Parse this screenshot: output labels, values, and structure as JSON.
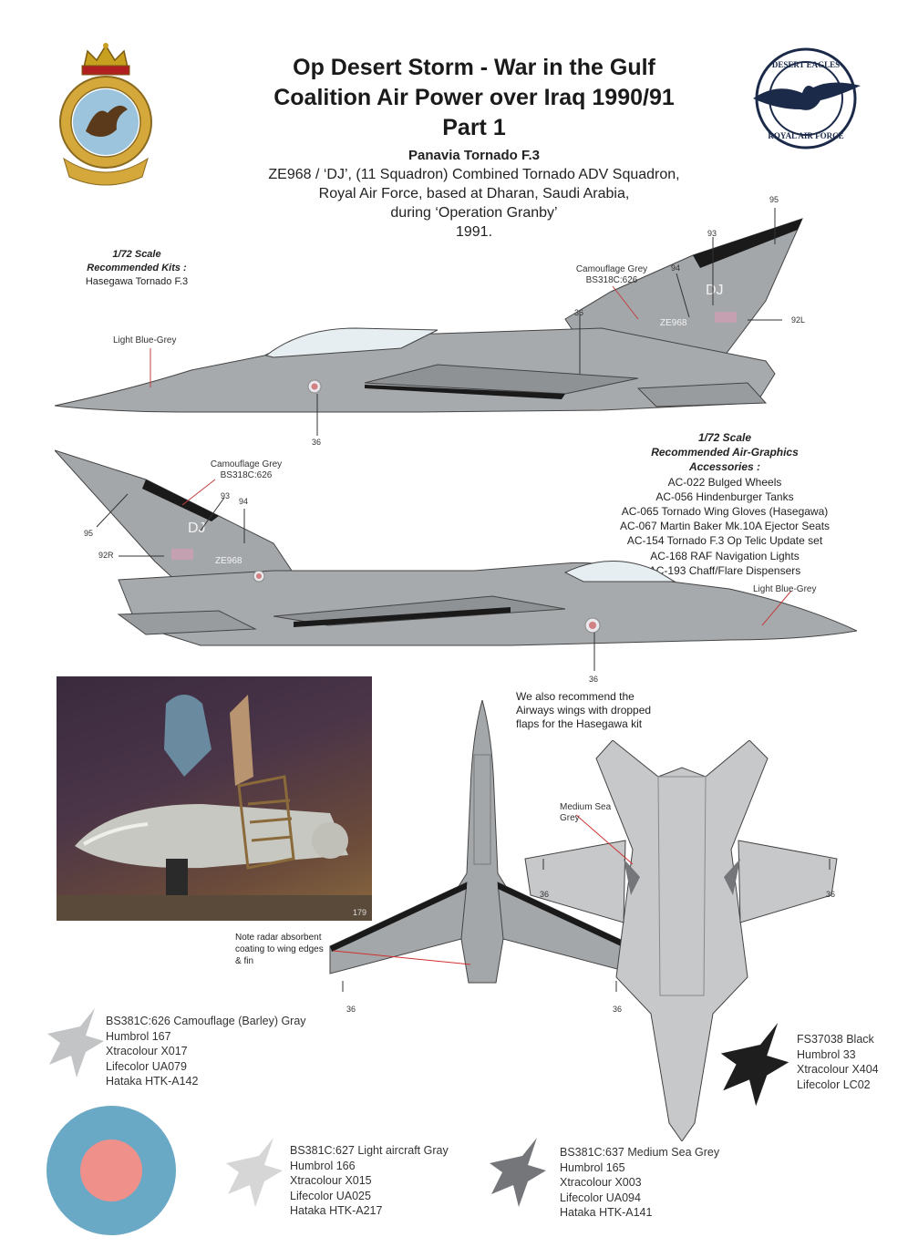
{
  "header": {
    "title_lines": [
      "Op Desert Storm - War in the Gulf",
      "Coalition Air Power over Iraq 1990/91",
      "Part 1"
    ],
    "aircraft": "Panavia Tornado F.3",
    "description_lines": [
      "ZE968 / ‘DJ’, (11 Squadron) Combined Tornado ADV Squadron,",
      "Royal Air Force, based at Dharan, Saudi Arabia,",
      "during ‘Operation Granby’",
      "1991."
    ]
  },
  "logo_right": {
    "top_text": "DESERT EAGLES",
    "bottom_text": "ROYAL AIR FORCE"
  },
  "kits": {
    "scale": "1/72 Scale",
    "heading": "Recommended Kits :",
    "kit": "Hasegawa Tornado F.3"
  },
  "accessories": {
    "scale": "1/72 Scale",
    "heading_lines": [
      "Recommended Air-Graphics",
      "Accessories :"
    ],
    "items": [
      "AC-022 Bulged Wheels",
      "AC-056 Hindenburger Tanks",
      "AC-065 Tornado Wing Gloves (Hasegawa)",
      "AC-067 Martin Baker Mk.10A Ejector Seats",
      "AC-154 Tornado F.3 Op Telic Update set",
      "AC-168 RAF Navigation Lights",
      "AC-193 Chaff/Flare Dispensers"
    ]
  },
  "profile_labels": {
    "light_blue_grey": "Light Blue-Grey",
    "camo_grey_lines": [
      "Camouflage Grey",
      "BS318C:626"
    ],
    "medium_sea_grey_lines": [
      "Medium Sea",
      "Grey"
    ],
    "aircraft_code": "DJ",
    "serial": "ZE968",
    "refs": {
      "r95": "95",
      "r93": "93",
      "r94": "94",
      "r92l": "92L",
      "r92r": "92R",
      "r36": "36"
    }
  },
  "notes": {
    "wings_lines": [
      "We also recommend the",
      "Airways wings with dropped",
      "flaps for the Hasegawa kit"
    ],
    "radar_lines": [
      "Note radar absorbent",
      "coating to wing edges",
      "& fin"
    ]
  },
  "photo": {
    "number": "179"
  },
  "paints": [
    {
      "lines": [
        "BS381C:626 Camouflage (Barley) Gray",
        "Humbrol 167",
        "Xtracolour X017",
        "Lifecolor UA079",
        "Hataka HTK-A142"
      ],
      "color": "#c2c4c6"
    },
    {
      "lines": [
        "BS381C:627 Light aircraft Gray",
        "Humbrol 166",
        "Xtracolour X015",
        "Lifecolor UA025",
        "Hataka HTK-A217"
      ],
      "color": "#d6d6d6"
    },
    {
      "lines": [
        "BS381C:637 Medium Sea Grey",
        "Humbrol 165",
        "Xtracolour X003",
        "Lifecolor UA094",
        "Hataka HTK-A141"
      ],
      "color": "#747679"
    },
    {
      "lines": [
        "FS37038 Black",
        "Humbrol 33",
        "Xtracolour X404",
        "Lifecolor LC02"
      ],
      "color": "#1e1e1e"
    }
  ],
  "roundel": {
    "outer": "#6aa9c6",
    "inner": "#f0908a"
  }
}
